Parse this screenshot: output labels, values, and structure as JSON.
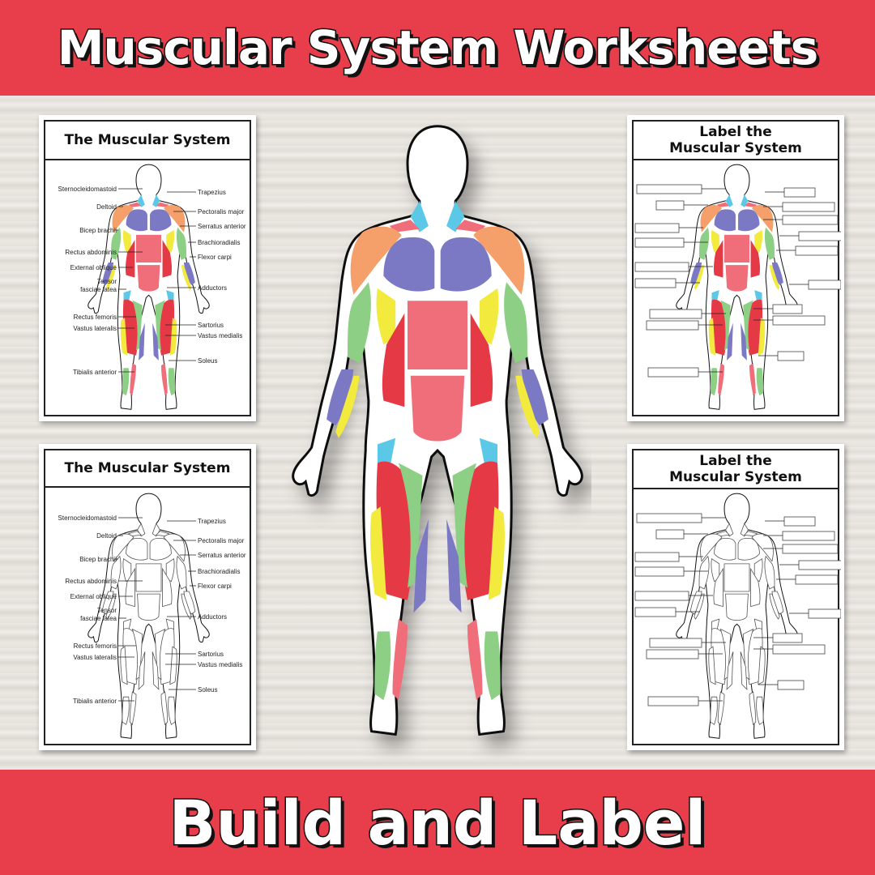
{
  "banner_top": {
    "text": "Muscular System Worksheets"
  },
  "banner_bottom": {
    "text": "Build and Label"
  },
  "worksheets": {
    "colored_key": {
      "title": "The Muscular System"
    },
    "outline_key": {
      "title": "The Muscular System"
    },
    "colored_blank": {
      "title": "Label the\nMuscular System"
    },
    "outline_blank": {
      "title": "Label the\nMuscular System"
    }
  },
  "labels": {
    "left": [
      "Sternocleidomastoid",
      "Deltoid",
      "Bicep brachii",
      "Rectus abdominis",
      "External oblique",
      "Tensor",
      "fasciae latea",
      "Rectus femoris",
      "Vastus lateralis",
      "Tibialis anterior"
    ],
    "right": [
      "Trapezius",
      "Pectoralis major",
      "Serratus anterior",
      "Brachioradialis",
      "Flexor carpi",
      "Adductors",
      "Sartorius",
      "Vastus medialis",
      "Soleus"
    ]
  },
  "colors": {
    "banner": "#e83e4c",
    "neck": "#5bc8e8",
    "deltoid": "#f5a06a",
    "pectoral": "#7b78c4",
    "abs": "#f06d7a",
    "oblique": "#e63946",
    "bicep": "#8ccf85",
    "serratus": "#f2ea3c",
    "quad": "#e63946"
  }
}
